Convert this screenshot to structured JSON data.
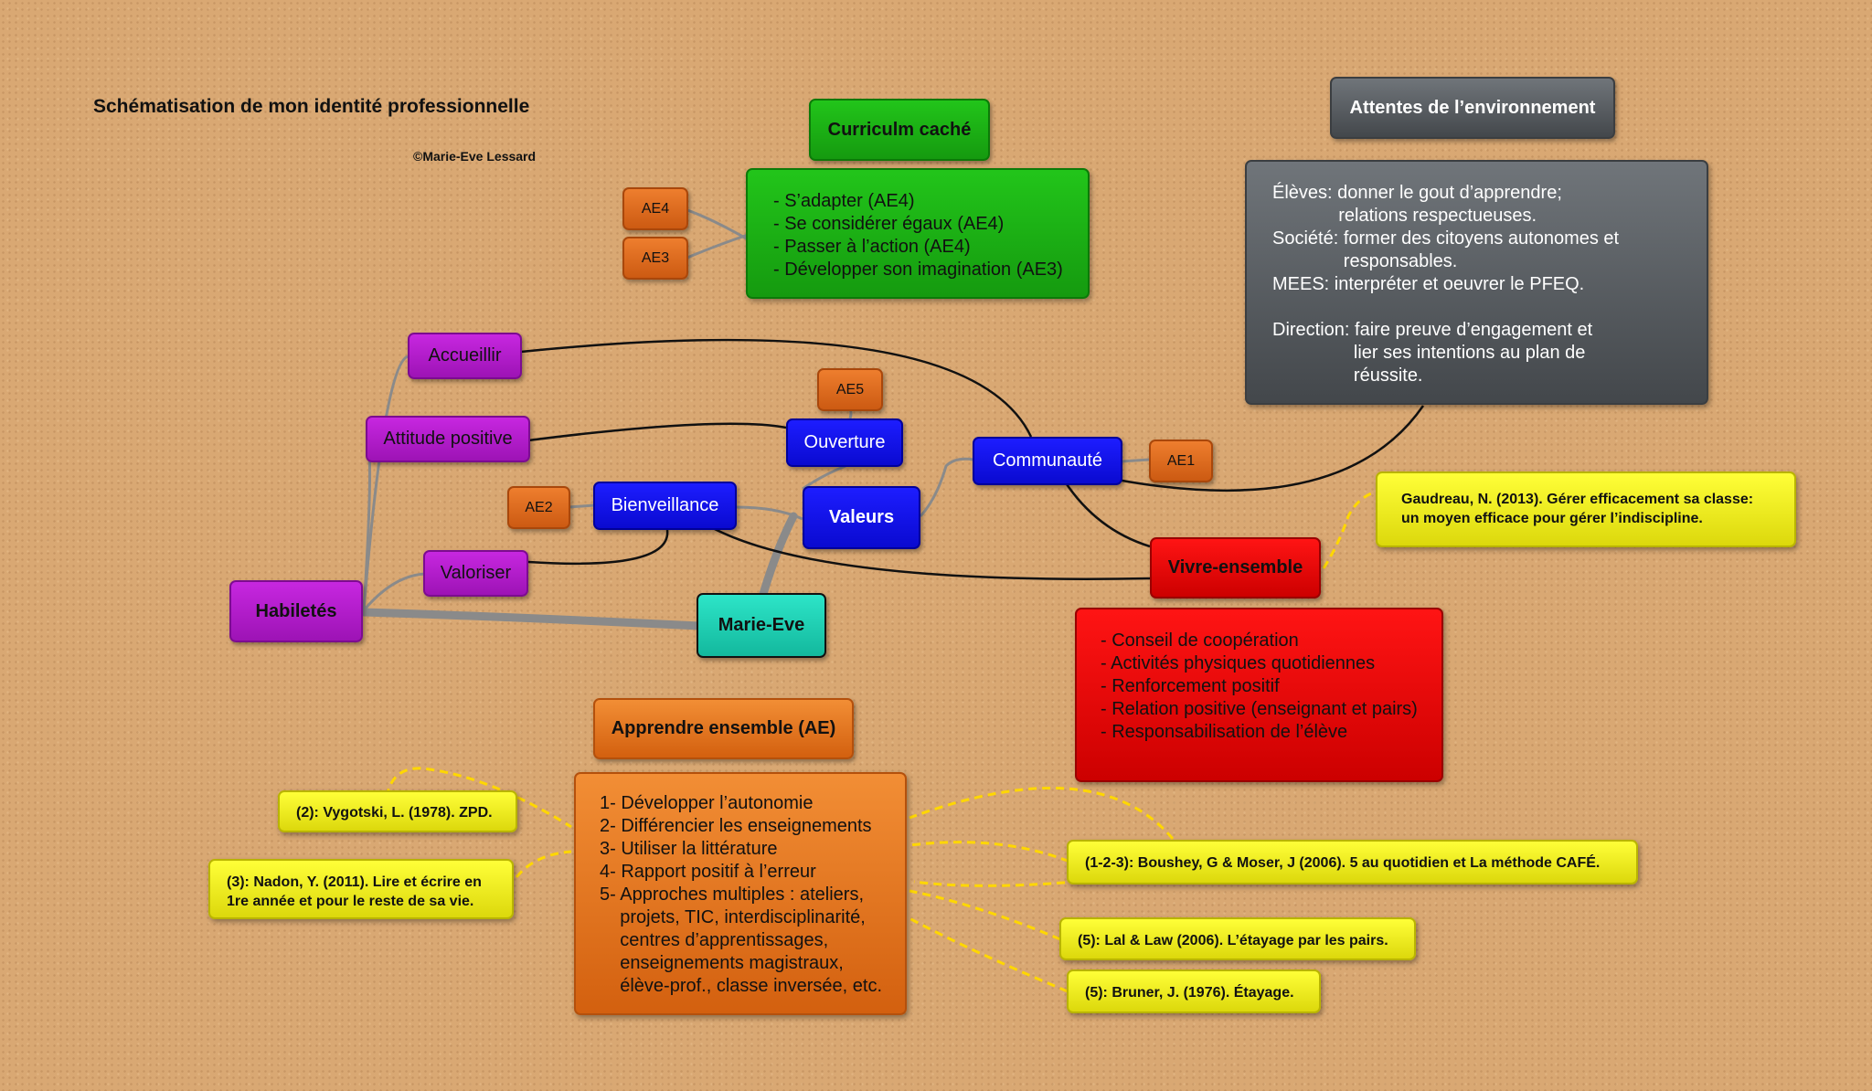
{
  "page": {
    "title": "Schématisation de mon identité professionnelle",
    "copyright": "©Marie-Eve Lessard"
  },
  "nodes": {
    "curriculum_title": "Curriculm caché",
    "curriculum_body": "- S’adapter (AE4)\n- Se considérer égaux (AE4)\n- Passer à l’action (AE4)\n- Développer son imagination (AE3)",
    "ae4": "AE4",
    "ae3": "AE3",
    "attentes_title": "Attentes de l’environnement",
    "attentes_body": "Élèves: donner le gout d’apprendre;\n             relations respectueuses.\nSociété: former des citoyens autonomes et\n              responsables.\nMEES: interpréter et oeuvrer le PFEQ.\n\nDirection: faire preuve d’engagement et\n                lier ses intentions au plan de\n                réussite.",
    "accueillir": "Accueillir",
    "attitude": "Attitude positive",
    "valoriser": "Valoriser",
    "habiletes": "Habiletés",
    "ae5": "AE5",
    "ouverture": "Ouverture",
    "ae2": "AE2",
    "bienveillance": "Bienveillance",
    "valeurs": "Valeurs",
    "communaute": "Communauté",
    "ae1": "AE1",
    "marie_eve": "Marie-Eve",
    "vivre_title": "Vivre-ensemble",
    "vivre_body": "- Conseil de coopération\n- Activités physiques quotidiennes\n- Renforcement positif\n- Relation positive (enseignant et pairs)\n- Responsabilisation de l’élève",
    "apprendre_title": "Apprendre ensemble (AE)",
    "apprendre_body": "1- Développer l’autonomie\n2- Différencier les enseignements\n3- Utiliser la littérature\n4- Rapport positif à l’erreur\n5- Approches multiples : ateliers,\n    projets, TIC, interdisciplinarité,\n    centres d’apprentissages,\n    enseignements magistraux,\n    élève-prof., classe inversée, etc."
  },
  "references": {
    "gaudreau": "Gaudreau, N. (2013). Gérer efficacement sa classe:\nun moyen efficace pour gérer l’indiscipline.",
    "vygotski": "(2): Vygotski, L. (1978). ZPD.",
    "nadon": "(3): Nadon, Y. (2011). Lire et écrire en\n1re année et pour le reste de sa vie.",
    "boushey": "(1-2-3): Boushey, G & Moser, J (2006). 5 au quotidien et La méthode CAFÉ.",
    "lal_law": "(5): Lal & Law (2006). L’étayage par les pairs.",
    "bruner": "(5): Bruner, J. (1976). Étayage."
  },
  "colors": {
    "green": "#1db515",
    "magenta": "#b51ccc",
    "blue": "#1010ea",
    "orange": "#e2701f",
    "red": "#e60a0a",
    "gray": "#55595d",
    "teal": "#20d0b2",
    "yellow": "#f0ee1a",
    "link": "#111111",
    "gray_link": "#8a8a8a",
    "dashed_link": "#ffd700"
  }
}
